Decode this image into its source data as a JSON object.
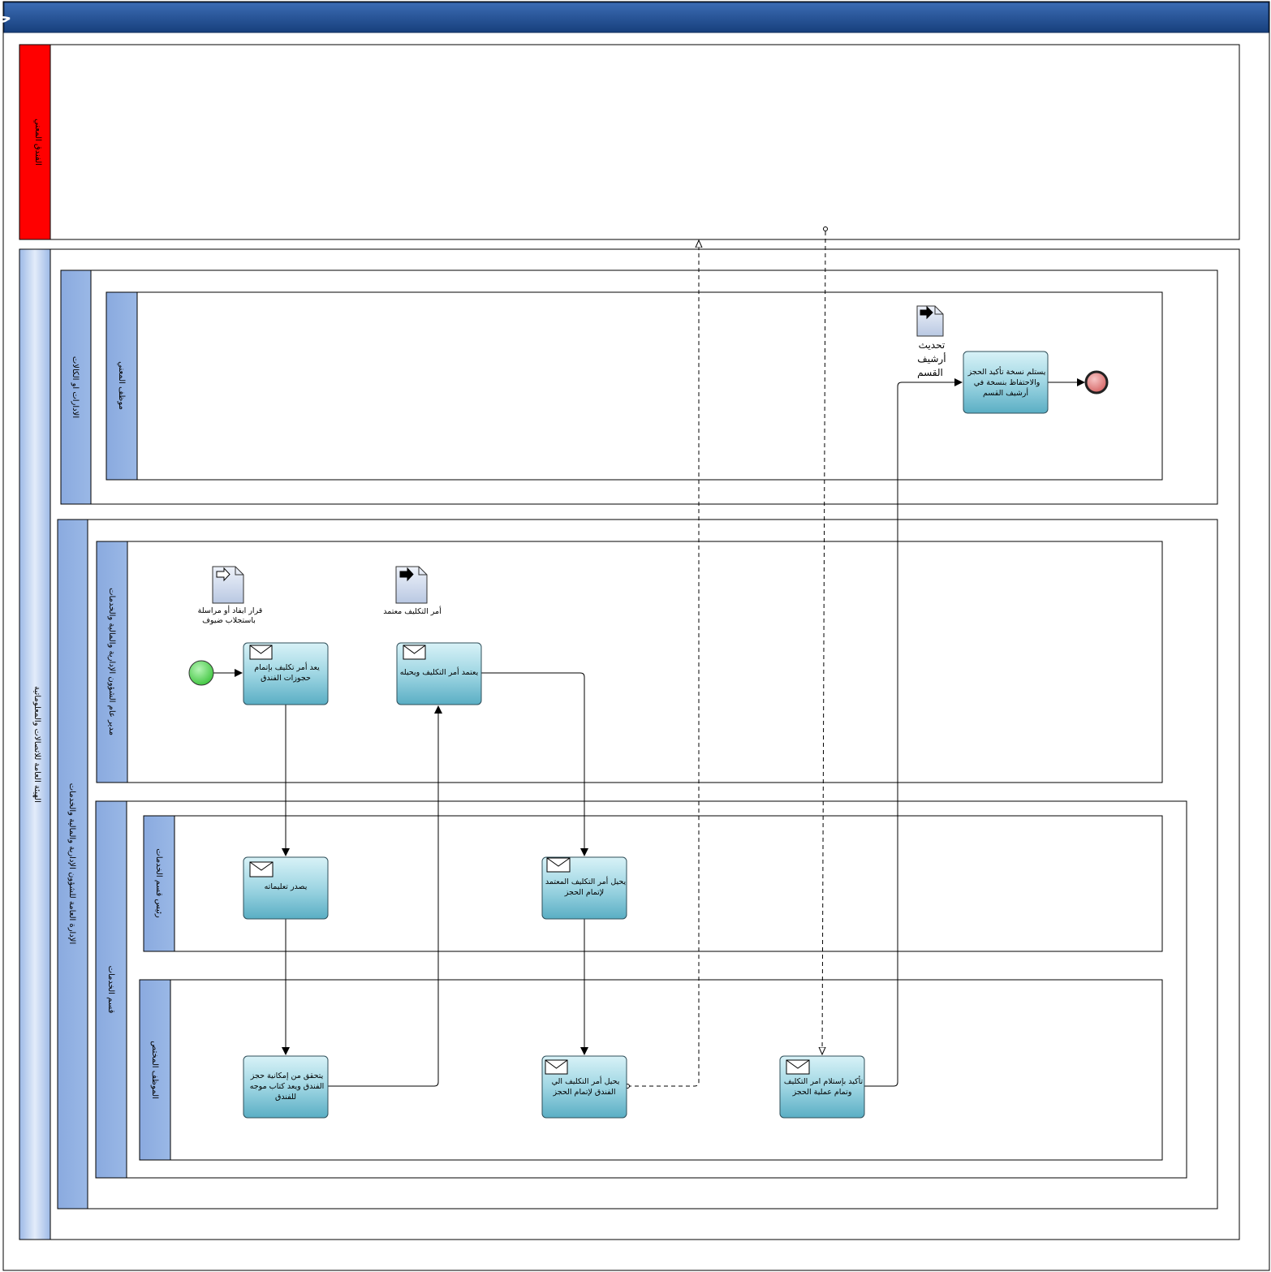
{
  "diagram": {
    "title": "حجز فنادق",
    "pools": {
      "external": "الفندق المعني",
      "main": "الهيئة العامة للاتصالات والمعلوماتية"
    },
    "lanes": {
      "departments": "الادارات او الكالات",
      "concerned_employee": "موظف المعني",
      "general_admin": "الإدارة العامة للشؤون الإدارية والمالية والخدمات",
      "director_general": "مدير عام الشؤون الإدارية والمالية والخدمات",
      "services_section": "قسم الخدمات",
      "head_of_services": "رئيس قسم الخدمات",
      "specialist_employee": "الموظف المختص"
    },
    "tasks": {
      "prepare_order": [
        "يعد أمر تكليف بإتمام",
        "حجوزات الفندق"
      ],
      "approve_order": [
        "يعتمد أمر التكليف ويحيله"
      ],
      "issue_instructions": [
        "يصدر تعليماته"
      ],
      "forward_approved": [
        "يحيل أمر التكليف المعتمد",
        "لإتمام الحجز"
      ],
      "verify_possibility": [
        "يتحقق من إمكانية حجز",
        "الفندق ويعد كتاب موجه",
        "للفندق"
      ],
      "send_to_hotel": [
        "يحيل أمر التكليف الي",
        "الفندق لإتمام الحجز"
      ],
      "confirm_receipt": [
        "تأكيد بإستلام امر التكليف",
        "وتمام عملية الحجز"
      ],
      "receive_copy": [
        "يستلم نسخة تأكيد الحجز",
        "والاحتفاظ بنسخة في",
        "أرشيف القسم"
      ]
    },
    "documents": {
      "input_decision": [
        "قرار ايفاد أو مراسلة",
        "باستجلاب ضيوف"
      ],
      "approved_order": [
        "أمر التكليف معتمد"
      ],
      "update_archive": [
        "تحديث",
        "أرشيف",
        "القسم"
      ]
    },
    "events": {
      "start": "start-event",
      "end": "end-event"
    },
    "colors": {
      "title_bar": "#1f4f94",
      "external_pool_header": "#ff0000",
      "lane_header": "#8eade0",
      "task_fill_top": "#cfeef4",
      "task_fill_bottom": "#5fb3c8",
      "start_fill": "#66dd66",
      "end_fill": "#e07a7a"
    }
  }
}
